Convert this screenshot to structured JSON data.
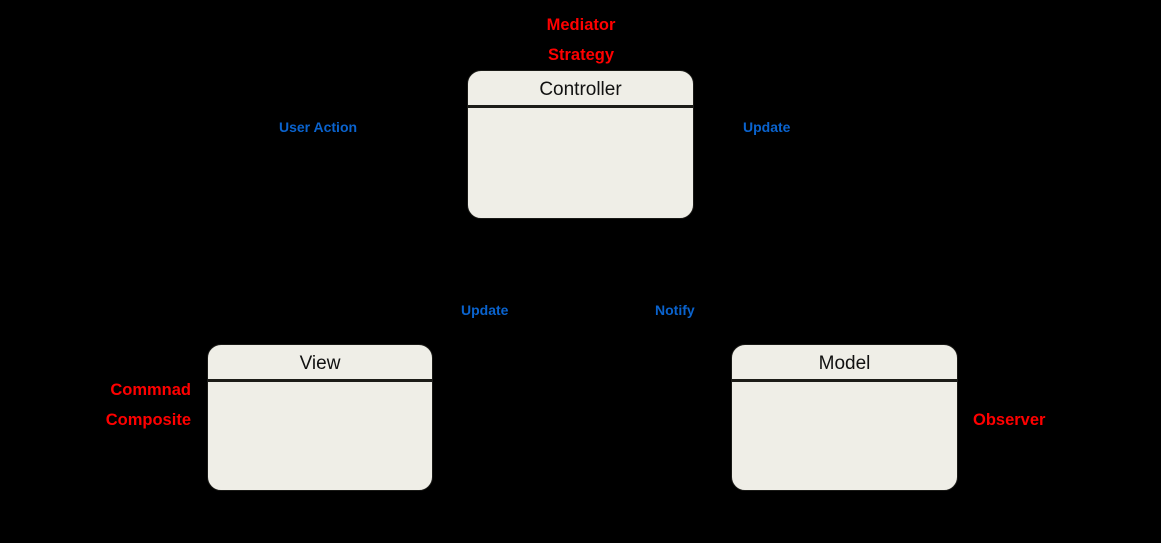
{
  "diagram": {
    "title": "MVC design pattern with GoF pattern annotations",
    "background_color": "#000000",
    "box_fill_color": "#EFEEE7",
    "pattern_label_color": "#FF0000",
    "relation_label_color": "#0A63CE"
  },
  "boxes": [
    {
      "id": "controller",
      "name": "Controller"
    },
    {
      "id": "view",
      "name": "View"
    },
    {
      "id": "model",
      "name": "Model"
    }
  ],
  "pattern_labels": [
    {
      "id": "controller-patterns",
      "lines": [
        "Mediator",
        "Strategy"
      ]
    },
    {
      "id": "view-patterns",
      "lines": [
        "Commnad",
        "Composite"
      ]
    },
    {
      "id": "model-patterns",
      "lines": [
        "Observer"
      ]
    }
  ],
  "relation_labels": [
    {
      "id": "user-action",
      "text": "User Action"
    },
    {
      "id": "update-right",
      "text": "Update"
    },
    {
      "id": "update-left",
      "text": "Update"
    },
    {
      "id": "notify",
      "text": "Notify"
    }
  ]
}
